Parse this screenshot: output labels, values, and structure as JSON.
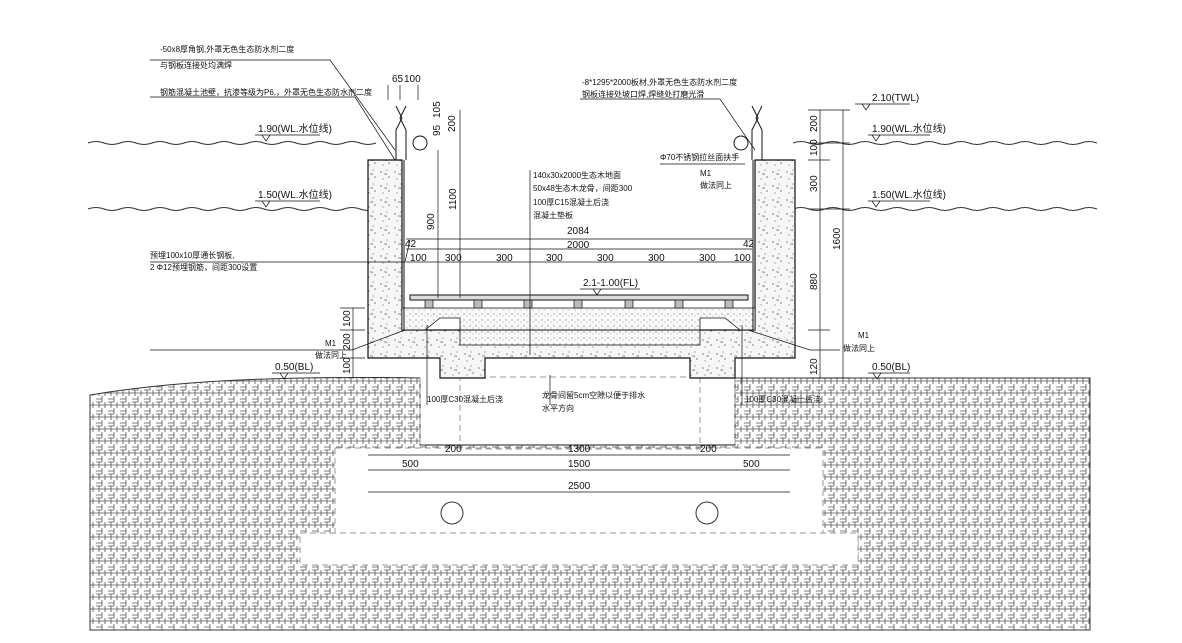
{
  "annotations": {
    "angle_steel": "-50x8厚角钢,外罩无色生态防水剂二度",
    "angle_steel_2": "与钢板连接处均满焊",
    "concrete_pool": "钢筋混凝土池壁，抗渗等级为P6,，外罩无色生态防水剂二度",
    "steel_plate": "-8*1295*2000板材,外罩无色生态防水剂二度",
    "steel_plate_2": "钢板连接处坡口焊,焊缝处打磨光滑",
    "handrail": "Φ70不锈钢拉丝面扶手",
    "m1_right_top": "M1",
    "m1_right_top_sub": "做法同上",
    "layer1": "140x30x2000生态木地面",
    "layer2": "50x48生态木龙骨，间距300",
    "layer3": "100厚C15混凝土后浇",
    "layer4": "混凝土垫板",
    "embedded": "预埋100x10厚通长钢板,",
    "embedded_2": "2 Φ12预埋钢筋，间距300设置",
    "m1_left": "M1",
    "m1_left_sub": "做法同上",
    "m1_right": "M1",
    "m1_right_sub": "做法同上",
    "c30_left": "100厚C30混凝土后浇",
    "c30_right": "100厚C30混凝土后浇",
    "gap_note": "龙骨间留5cm空隙以便于排水",
    "gap_note_2": "水平方向"
  },
  "levels": {
    "twl": "2.10(TWL)",
    "wl_high_left": "1.90(WL.水位线)",
    "wl_high_right": "1.90(WL.水位线)",
    "wl_low_left": "1.50(WL.水位线)",
    "wl_low_right": "1.50(WL.水位线)",
    "fl": "2.1-1.00(FL)",
    "bl_left": "0.50(BL)",
    "bl_right": "0.50(BL)"
  },
  "dims": {
    "top_65": "65",
    "top_100": "100",
    "d105": "105",
    "d95": "95",
    "d200_v": "200",
    "d1100": "1100",
    "d900": "900",
    "d2084": "2084",
    "d2000": "2000",
    "d42_l": "42",
    "d42_r": "42",
    "spacing": [
      "100",
      "300",
      "300",
      "300",
      "300",
      "300",
      "300",
      "100"
    ],
    "r200a": "200",
    "r100": "100",
    "r300": "300",
    "r1600": "1600",
    "r880": "880",
    "r120": "120",
    "l100a": "100",
    "l200": "200",
    "l100b": "100",
    "b200_l": "200",
    "b1300": "1300",
    "b200_r": "200",
    "b500_l": "500",
    "b1500": "1500",
    "b500_r": "500",
    "b2500": "2500"
  }
}
